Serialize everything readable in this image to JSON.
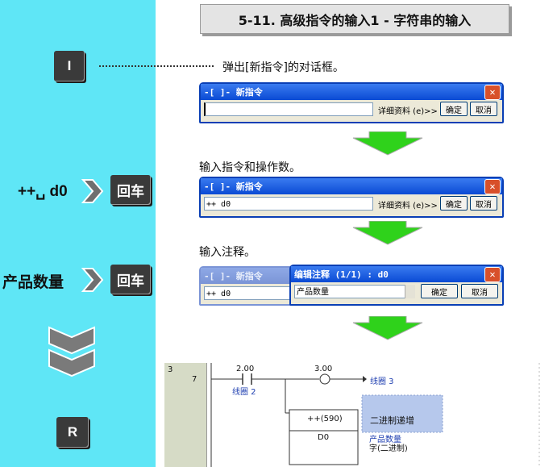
{
  "title": "5-11. 高级指令的输入1 - 字符串的输入",
  "sidebar": {
    "key_i": "I",
    "input_cmd": "++␣ d0",
    "enter1": "回车",
    "input_comment": "产品数量",
    "enter2": "回车",
    "key_r": "R"
  },
  "step1": {
    "caption": "弹出[新指令]的对话框。",
    "dialog_title": "-[ ]- 新指令",
    "field_value": "",
    "detail": "详细资料 (e)>>",
    "ok": "确定",
    "cancel": "取消"
  },
  "step2": {
    "caption": "输入指令和操作数。",
    "dialog_title": "-[ ]- 新指令",
    "field_value": "++ d0",
    "detail": "详细资料 (e)>>",
    "ok": "确定",
    "cancel": "取消"
  },
  "step3": {
    "caption": "输入注释。",
    "back_title": "-[ ]- 新指令",
    "back_field": "++ d0",
    "dialog_title": "编辑注释 (1/1) : d0",
    "field_value": "产品数量",
    "ok": "确定",
    "cancel": "取消"
  },
  "ladder": {
    "rung": "3",
    "step": "7",
    "contact_addr": "2.00",
    "contact_label": "线圈 2",
    "coil_addr": "3.00",
    "coil_label": "线圈 3",
    "instr": "++(590)",
    "operand": "D0",
    "tooltip1": "二进制递增",
    "tooltip2": "产品数量",
    "tooltip3": "字(二进制)"
  },
  "colors": {
    "sidebar": "#5fe6f6",
    "arrow": "#2fd21b",
    "title_bar": "#0a4ad4"
  }
}
